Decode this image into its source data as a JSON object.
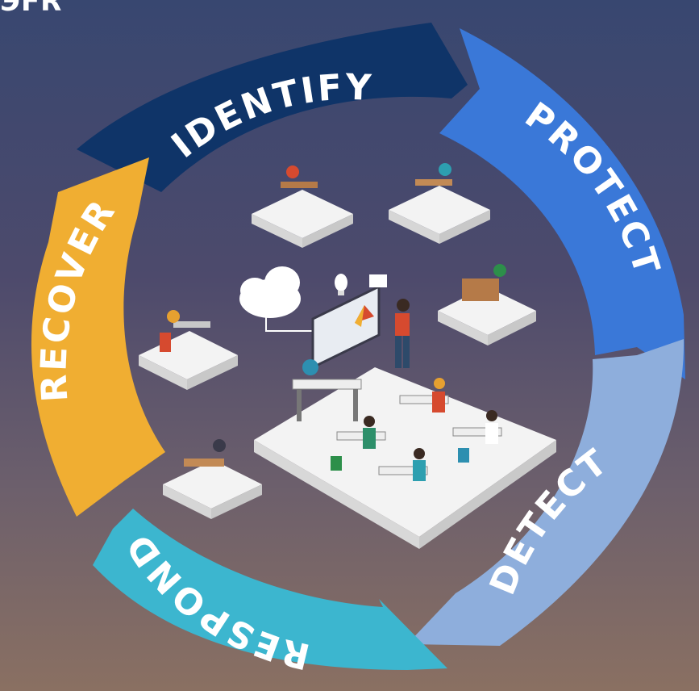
{
  "title_fragment": "ЭFR",
  "phases": [
    {
      "label": "IDENTIFY",
      "color": "#0f3468"
    },
    {
      "label": "PROTECT",
      "color": "#3a78d8"
    },
    {
      "label": "DETECT",
      "color": "#8eaedc"
    },
    {
      "label": "RESPOND",
      "color": "#3cb6cf"
    },
    {
      "label": "RECOVER",
      "color": "#f0ae32"
    }
  ]
}
